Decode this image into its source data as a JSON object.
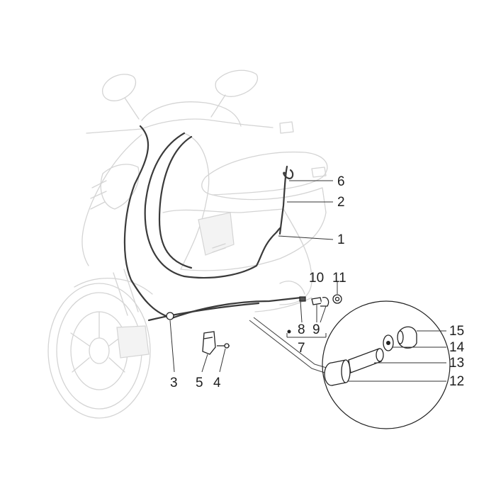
{
  "callouts": {
    "c1": "1",
    "c2": "2",
    "c3": "3",
    "c4": "4",
    "c5": "5",
    "c6": "6",
    "c7": "7",
    "c8": "8",
    "c9": "9",
    "c10": "10",
    "c11": "11",
    "c12": "12",
    "c13": "13",
    "c14": "14",
    "c15": "15"
  },
  "colors": {
    "ghost_outline": "#d4d4d4",
    "cable": "#3a3a3a",
    "text": "#1e1e1e"
  }
}
